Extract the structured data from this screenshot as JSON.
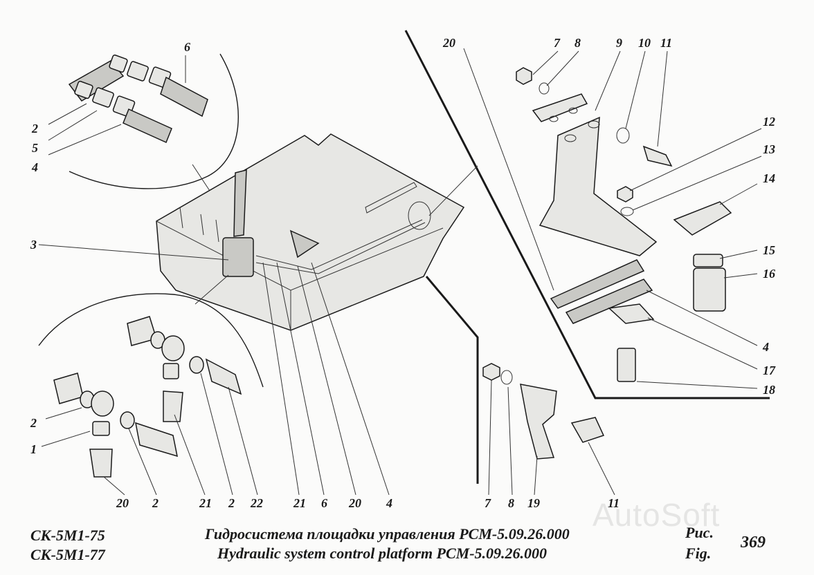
{
  "caption": {
    "models": [
      "СК-5М1-75",
      "СК-5М1-77"
    ],
    "title_ru": "Гидросистема площадки управления РСМ-5.09.26.000",
    "title_en": "Hydraulic system control platform РСМ-5.09.26.000",
    "fig_ru": "Рис.",
    "fig_en": "Fig.",
    "fig_number": "369"
  },
  "watermark": "AutoSoft",
  "callouts": {
    "top_left_detail": [
      "6",
      "2",
      "5",
      "4"
    ],
    "left_side": [
      "3",
      "2",
      "1"
    ],
    "bottom_row": [
      "20",
      "2",
      "21",
      "2",
      "22",
      "21",
      "6",
      "20",
      "4"
    ],
    "bracket_detail_top": [
      "20",
      "7",
      "8",
      "9",
      "10",
      "11",
      "12",
      "13",
      "14",
      "15",
      "16",
      "4",
      "17",
      "18"
    ],
    "bracket_detail_bottom": [
      "7",
      "8",
      "19",
      "11"
    ]
  }
}
